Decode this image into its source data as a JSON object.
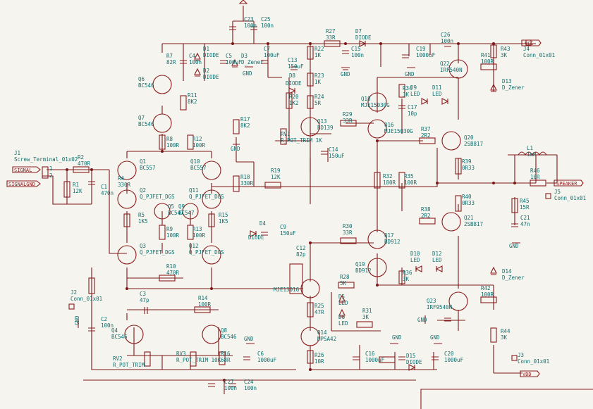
{
  "schematic": {
    "components": [
      {
        "ref": "J1",
        "value": "Screw_Terminal_01x02"
      },
      {
        "ref": "R2",
        "value": "470R"
      },
      {
        "ref": "R1",
        "value": "12K"
      },
      {
        "ref": "C1",
        "value": "470n"
      },
      {
        "ref": "R4",
        "value": "330R"
      },
      {
        "ref": "Q1",
        "value": "BC557"
      },
      {
        "ref": "Q2",
        "value": "Q_PJFET_DGS"
      },
      {
        "ref": "Q3",
        "value": "Q_PJFET_DGS"
      },
      {
        "ref": "Q4",
        "value": "BC546"
      },
      {
        "ref": "Q5",
        "value": "BC547"
      },
      {
        "ref": "Q6",
        "value": "BC546"
      },
      {
        "ref": "Q7",
        "value": "BC546"
      },
      {
        "ref": "Q8",
        "value": "BC546"
      },
      {
        "ref": "Q9",
        "value": "BC547"
      },
      {
        "ref": "Q10",
        "value": "BC557"
      },
      {
        "ref": "Q11",
        "value": "Q_PJFET_DGS"
      },
      {
        "ref": "Q12",
        "value": "Q_PJFET_DGS"
      },
      {
        "ref": "R5",
        "value": "1K5"
      },
      {
        "ref": "R7",
        "value": "82R"
      },
      {
        "ref": "R8",
        "value": "100R"
      },
      {
        "ref": "R9",
        "value": "100R"
      },
      {
        "ref": "R10",
        "value": "470R"
      },
      {
        "ref": "R11",
        "value": "8K2"
      },
      {
        "ref": "R12",
        "value": "100R"
      },
      {
        "ref": "R13",
        "value": "100R"
      },
      {
        "ref": "R14",
        "value": "100R"
      },
      {
        "ref": "R15",
        "value": "1K5"
      },
      {
        "ref": "R16",
        "value": "68R"
      },
      {
        "ref": "R17",
        "value": "8K2"
      },
      {
        "ref": "R18",
        "value": "330R"
      },
      {
        "ref": "R19",
        "value": "12K"
      },
      {
        "ref": "RV1",
        "value": "R_POT_TRIM 1K"
      },
      {
        "ref": "RV2",
        "value": "R_POT_TRIM"
      },
      {
        "ref": "RV3",
        "value": "R_POT_TRIM 10K"
      },
      {
        "ref": "C3",
        "value": "47p"
      },
      {
        "ref": "C2",
        "value": "100n"
      },
      {
        "ref": "C4",
        "value": "100n"
      },
      {
        "ref": "C5",
        "value": "100uF"
      },
      {
        "ref": "C6",
        "value": "1000uF"
      },
      {
        "ref": "C7",
        "value": "100uF"
      },
      {
        "ref": "C9",
        "value": "150uF"
      },
      {
        "ref": "C12",
        "value": "82p"
      },
      {
        "ref": "C17",
        "value": "10p"
      },
      {
        "ref": "C19",
        "value": "1000uF"
      },
      {
        "ref": "C20",
        "value": "1000uF"
      },
      {
        "ref": "C21",
        "value": "47n"
      },
      {
        "ref": "C23",
        "value": "100n"
      },
      {
        "ref": "C24",
        "value": "100n"
      },
      {
        "ref": "C25",
        "value": "100n"
      },
      {
        "ref": "C26",
        "value": "100n"
      },
      {
        "ref": "C27",
        "value": "100n"
      },
      {
        "ref": "D1",
        "value": "DIODE"
      },
      {
        "ref": "D2",
        "value": "DIODE"
      },
      {
        "ref": "D3",
        "value": "D_Zener"
      },
      {
        "ref": "D7",
        "value": "DIODE"
      },
      {
        "ref": "D13",
        "value": "D_Zener"
      },
      {
        "ref": "D14",
        "value": "D_Zener"
      },
      {
        "ref": "R22",
        "value": "1K"
      },
      {
        "ref": "R23",
        "value": "1K"
      },
      {
        "ref": "R24",
        "value": "5R"
      },
      {
        "ref": "R20",
        "value": "1K2"
      },
      {
        "ref": "R27",
        "value": "33R"
      },
      {
        "ref": "R29",
        "value": "33R"
      },
      {
        "ref": "R30",
        "value": "33R"
      },
      {
        "ref": "R28",
        "value": "5K"
      },
      {
        "ref": "R25",
        "value": "47R"
      },
      {
        "ref": "R26",
        "value": "10R"
      },
      {
        "ref": "R31",
        "value": "3K"
      },
      {
        "ref": "R32",
        "value": "180R"
      },
      {
        "ref": "R35",
        "value": "100R"
      },
      {
        "ref": "R34",
        "value": "3K"
      },
      {
        "ref": "R36",
        "value": "3K"
      },
      {
        "ref": "R37",
        "value": "2R2"
      },
      {
        "ref": "R38",
        "value": "2R2"
      },
      {
        "ref": "R39",
        "value": "0R33"
      },
      {
        "ref": "R40",
        "value": "0R33"
      },
      {
        "ref": "R41",
        "value": "100R"
      },
      {
        "ref": "R42",
        "value": "100R"
      },
      {
        "ref": "R43",
        "value": "3K"
      },
      {
        "ref": "R44",
        "value": "3K"
      },
      {
        "ref": "R45",
        "value": "15R"
      },
      {
        "ref": "R46",
        "value": "10R"
      },
      {
        "ref": "L1",
        "value": "1mH"
      },
      {
        "ref": "Q13",
        "value": "BD139"
      },
      {
        "ref": "Q14",
        "value": "MPSA42"
      },
      {
        "ref": "Q16",
        "value": "MJE15030G"
      },
      {
        "ref": "Q17",
        "value": "BD912"
      },
      {
        "ref": "Q18",
        "value": "MJE15030G"
      },
      {
        "ref": "Q19",
        "value": "BD912"
      },
      {
        "ref": "Q20",
        "value": "2SB817"
      },
      {
        "ref": "Q21",
        "value": "2SB817"
      },
      {
        "ref": "Q22",
        "value": "IRF540N"
      },
      {
        "ref": "Q23",
        "value": "IRF9540N"
      },
      {
        "ref": "C13",
        "value": "150uF"
      },
      {
        "ref": "C14",
        "value": "150uF"
      },
      {
        "ref": "C15",
        "value": "100n"
      },
      {
        "ref": "C16",
        "value": "1000uF"
      },
      {
        "ref": "J2",
        "value": "Conn_01x01"
      },
      {
        "ref": "J3",
        "value": "Conn_01x01"
      },
      {
        "ref": "J4",
        "value": "Conn_01x01"
      },
      {
        "ref": "J5",
        "value": "Conn_01x01"
      }
    ],
    "nets": {
      "signal": "SIGNAL",
      "signal_gnd": "SIGNALGND",
      "vcc": "VCC",
      "vdd": "VDD",
      "speaker": "SPEAKER",
      "gnd": "GND"
    },
    "misc_labels": {
      "led": "LED",
      "d5": "D5",
      "d6": "D6",
      "d8": "D8",
      "d9": "D9",
      "d10": "D10",
      "d11": "D11",
      "d12": "D12",
      "d4": "D4",
      "d15": "D15",
      "diode": "DIODE",
      "mje": "MJE1301G",
      "pin1": "1",
      "pin2": "2"
    }
  }
}
